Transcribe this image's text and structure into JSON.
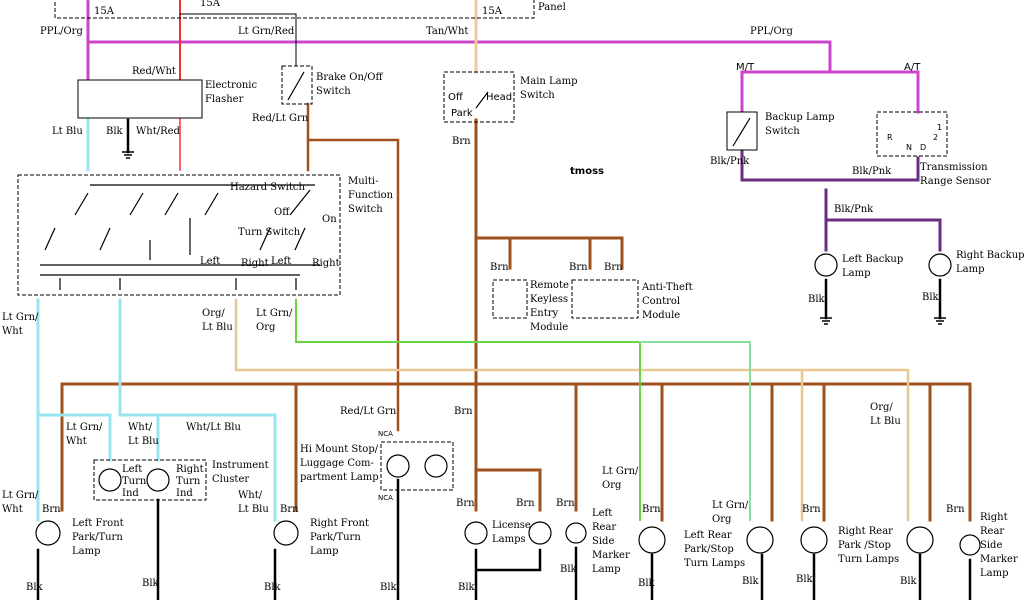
{
  "labels": {
    "fuse_15a_1": "15A",
    "fuse_15a_2": "15A",
    "fuse_15a_3": "15A",
    "panel": "Panel",
    "ppl_org_left": "PPL/Org",
    "lt_grn_red_top": "Lt Grn/Red",
    "tan_wht_top": "Tan/Wht",
    "ppl_org_right": "PPL/Org",
    "red_wht": "Red/Wht",
    "electronic_flasher_1": "Electronic",
    "electronic_flasher_2": "Flasher",
    "lt_blu": "Lt Blu",
    "blk_flasher": "Blk",
    "wht_red": "Wht/Red",
    "brake_switch_1": "Brake On/Off",
    "brake_switch_2": "Switch",
    "red_lt_grn_1": "Red/Lt Grn",
    "main_lamp_1": "Main Lamp",
    "main_lamp_2": "Switch",
    "off": "Off",
    "head": "Head",
    "park": "Park",
    "brn_main": "Brn",
    "tmoss": "tmoss",
    "mt": "M/T",
    "at": "A/T",
    "backup_switch_1": "Backup Lamp",
    "backup_switch_2": "Switch",
    "blk_pnk_1": "Blk/Pnk",
    "blk_pnk_2": "Blk/Pnk",
    "trs_1": "Transmission",
    "trs_2": "Range Sensor",
    "trs_r": "R",
    "trs_n": "N",
    "trs_d": "D",
    "trs_2g": "2",
    "trs_1g": "1",
    "hazard_switch": "Hazard Switch",
    "mfs_1": "Multi-",
    "mfs_2": "Function",
    "mfs_3": "Switch",
    "mfs_off": "Off",
    "mfs_on": "On",
    "turn_switch": "Turn Switch",
    "left_a": "Left",
    "right_a": "Right",
    "left_b": "Left",
    "right_b": "Right",
    "blk_pnk_3": "Blk/Pnk",
    "left_backup_1": "Left Backup",
    "left_backup_2": "Lamp",
    "right_backup_1": "Right Backup",
    "right_backup_2": "Lamp",
    "blk_lb": "Blk",
    "blk_rb": "Blk",
    "brn_rke": "Brn",
    "brn_atm_1": "Brn",
    "brn_atm_2": "Brn",
    "rke_1": "Remote",
    "rke_2": "Keyless",
    "rke_3": "Entry",
    "rke_4": "Module",
    "atm_1": "Anti-Theft",
    "atm_2": "Control",
    "atm_3": "Module",
    "lt_grn_wht_a1": "Lt Grn/",
    "lt_grn_wht_a2": "Wht",
    "org_lt_blu_a1": "Org/",
    "org_lt_blu_a2": "Lt Blu",
    "lt_grn_org_a1": "Lt Grn/",
    "lt_grn_org_a2": "Org",
    "red_lt_grn_2": "Red/Lt Grn",
    "brn_mid": "Brn",
    "org_lt_blu_b1": "Org/",
    "org_lt_blu_b2": "Lt Blu",
    "lt_grn_wht_b1": "Lt Grn/",
    "lt_grn_wht_b2": "Wht",
    "wht_lt_blu_a1": "Wht/",
    "wht_lt_blu_a2": "Lt Blu",
    "wht_lt_blu_top": "Wht/Lt Blu",
    "left_turn_ind_1": "Left",
    "left_turn_ind_2": "Turn",
    "left_turn_ind_3": "Ind",
    "right_turn_ind_1": "Right",
    "right_turn_ind_2": "Turn",
    "right_turn_ind_3": "Ind",
    "instrument_1": "Instrument",
    "instrument_2": "Cluster",
    "hms_1": "Hi Mount Stop/",
    "hms_2": "Luggage Com-",
    "hms_3": "partment Lamp",
    "nca_1": "NCA",
    "nca_2": "NCA",
    "lt_grn_wht_c1": "Lt Grn/",
    "lt_grn_wht_c2": "Wht",
    "brn_lf": "Brn",
    "wht_lt_blu_b1": "Wht/",
    "wht_lt_blu_b2": "Lt Blu",
    "brn_rf": "Brn",
    "left_front_1": "Left Front",
    "left_front_2": "Park/Turn",
    "left_front_3": "Lamp",
    "right_front_1": "Right Front",
    "right_front_2": "Park/Turn",
    "right_front_3": "Lamp",
    "brn_lic_1": "Brn",
    "brn_lic_2": "Brn",
    "license_1": "License",
    "license_2": "Lamps",
    "brn_lrsm": "Brn",
    "lrsm_1": "Left",
    "lrsm_2": "Rear",
    "lrsm_3": "Side",
    "lrsm_4": "Marker",
    "lrsm_5": "Lamp",
    "lt_grn_org_b1": "Lt Grn/",
    "lt_grn_org_b2": "Org",
    "brn_lr": "Brn",
    "lt_grn_org_c1": "Lt Grn/",
    "lt_grn_org_c2": "Org",
    "lr_1": "Left Rear",
    "lr_2": "Park/Stop",
    "lr_3": "Turn Lamps",
    "brn_rr": "Brn",
    "rr_1": "Right Rear",
    "rr_2": "Park /Stop",
    "rr_3": "Turn Lamps",
    "brn_rrsm": "Brn",
    "rrsm_1": "Right",
    "rrsm_2": "Rear",
    "rrsm_3": "Side",
    "rrsm_4": "Marker",
    "rrsm_5": "Lamp",
    "blk_b1": "Blk",
    "blk_b2": "Blk",
    "blk_b3": "Blk",
    "blk_b4": "Blk",
    "blk_b5": "Blk",
    "blk_b6": "Blk",
    "blk_b7": "Blk",
    "blk_b8": "Blk",
    "blk_b9": "Blk",
    "blk_b10": "Blk"
  },
  "wire_colors": {
    "purple": "#cc44cc",
    "red": "#ee3333",
    "tan": "#f2c89a",
    "brown": "#a0501e",
    "light_blue": "#99e6f2",
    "green": "#66d444",
    "light_green": "#88e09a",
    "lt_grn_org": "#77d6a0",
    "org_lt_blu": "#e8c890",
    "dark_purple": "#6a2d82",
    "black": "#000000"
  }
}
